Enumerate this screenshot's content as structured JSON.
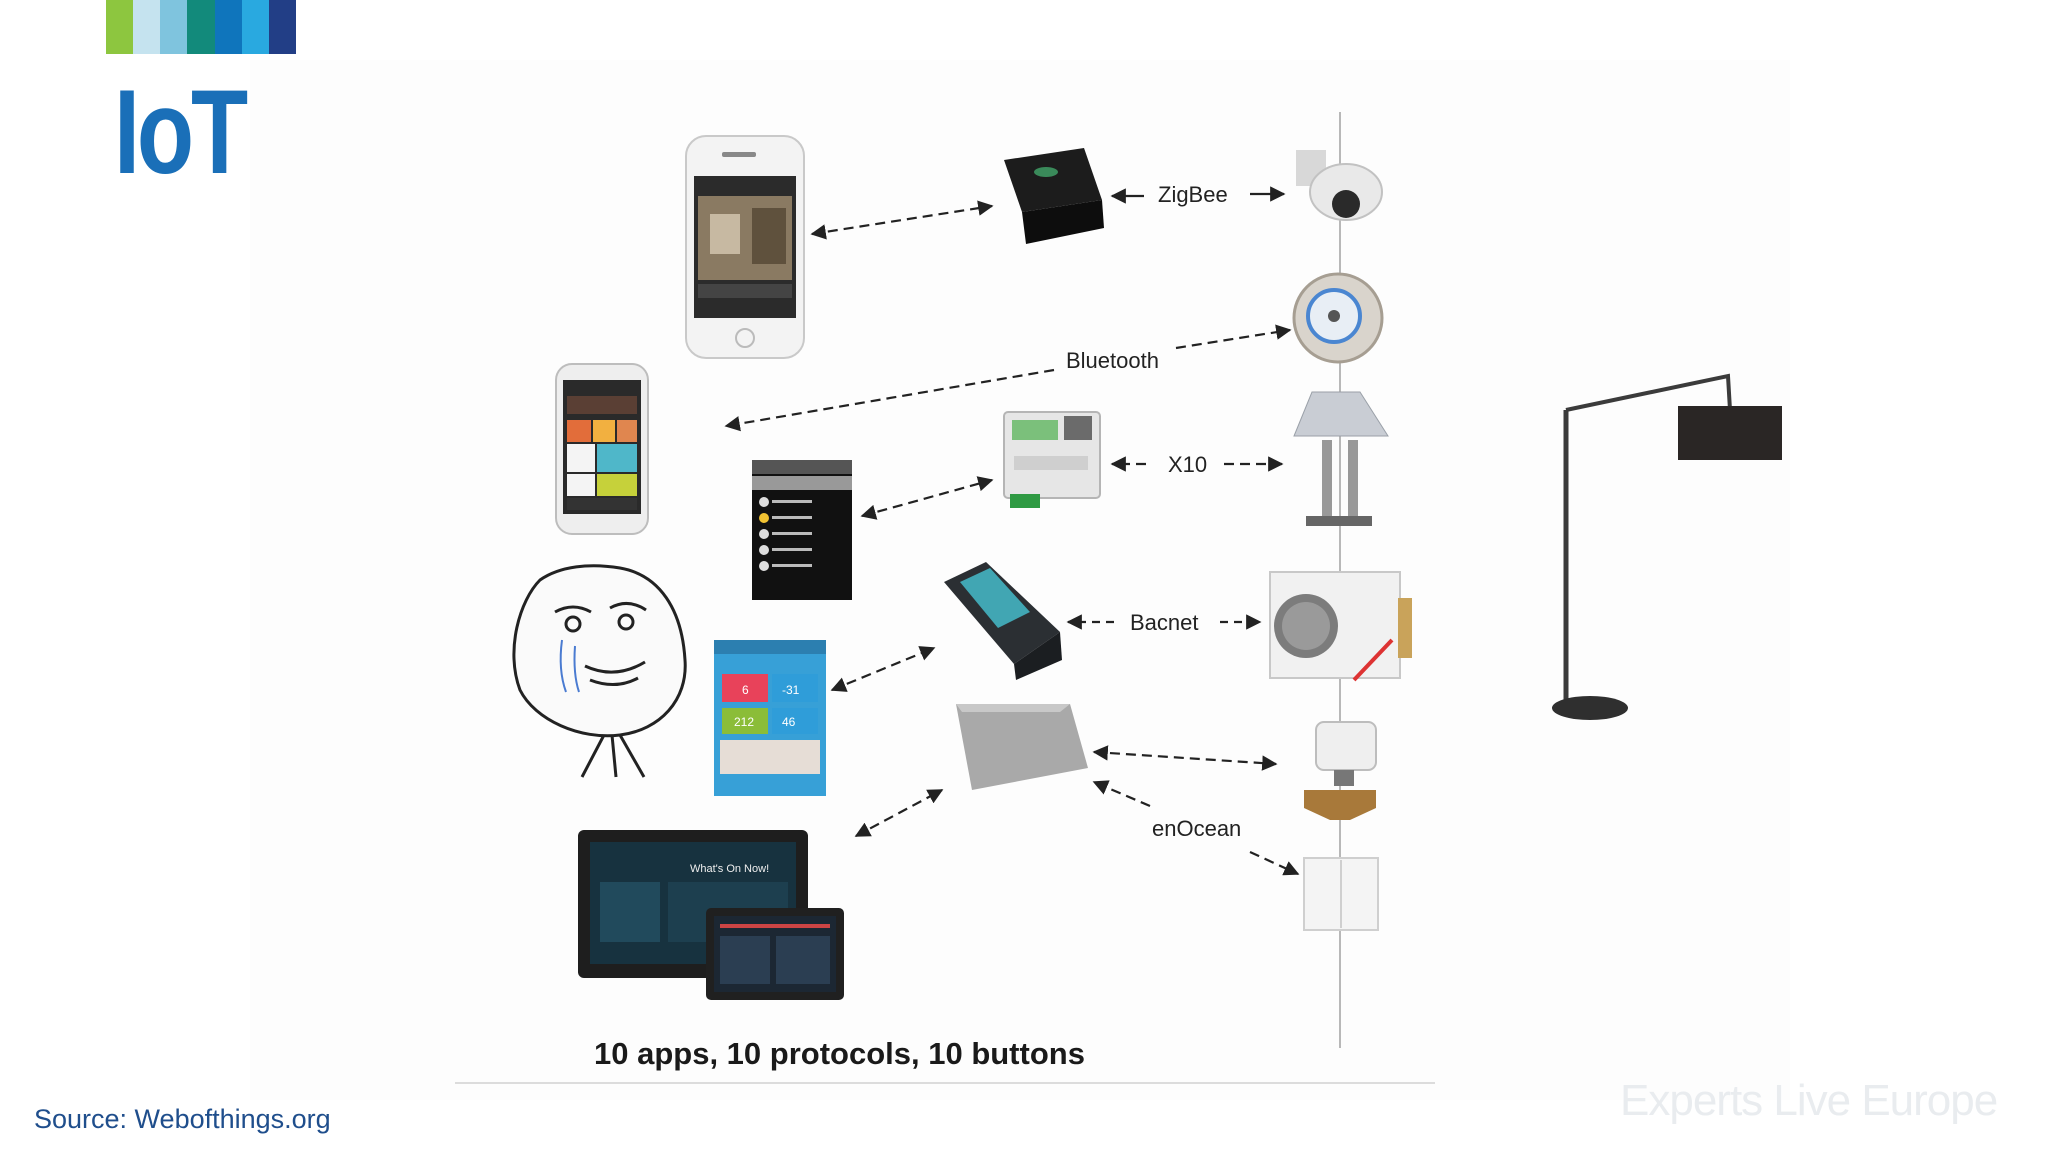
{
  "slide": {
    "title": "IoT",
    "caption": "10 apps, 10 protocols, 10 buttons",
    "source": "Source: Webofthings.org",
    "watermark": "Experts Live Europe"
  },
  "logo_stripe_colors": [
    "#8dc63f",
    "#c5e3ef",
    "#7fc4de",
    "#128a7b",
    "#0f75bc",
    "#29a9e0",
    "#223e86"
  ],
  "protocols": {
    "zigbee": "ZigBee",
    "bluetooth": "Bluetooth",
    "x10": "X10",
    "bacnet": "Bacnet",
    "enocean": "enOcean"
  },
  "app_screens": {
    "dashboard_value_1": "6",
    "dashboard_value_2": "-31",
    "dashboard_value_3": "212",
    "dashboard_value_4": "46",
    "tablet_heading": "What's On Now!"
  },
  "icons": [
    "iphone-icon",
    "android-phone-icon",
    "list-app-phone-icon",
    "forever-alone-face-icon",
    "dashboard-app-icon",
    "touchscreen-panel-icon",
    "zigbee-gateway-icon",
    "x10-controller-icon",
    "bacnet-gateway-icon",
    "enocean-gateway-icon",
    "security-camera-icon",
    "smart-lock-icon",
    "table-lamp-icon",
    "air-conditioner-icon",
    "water-valve-icon",
    "light-switch-icon",
    "floor-lamp-icon"
  ],
  "colors": {
    "title_blue": "#1a6fb8",
    "source_blue": "#1f4e8c"
  }
}
